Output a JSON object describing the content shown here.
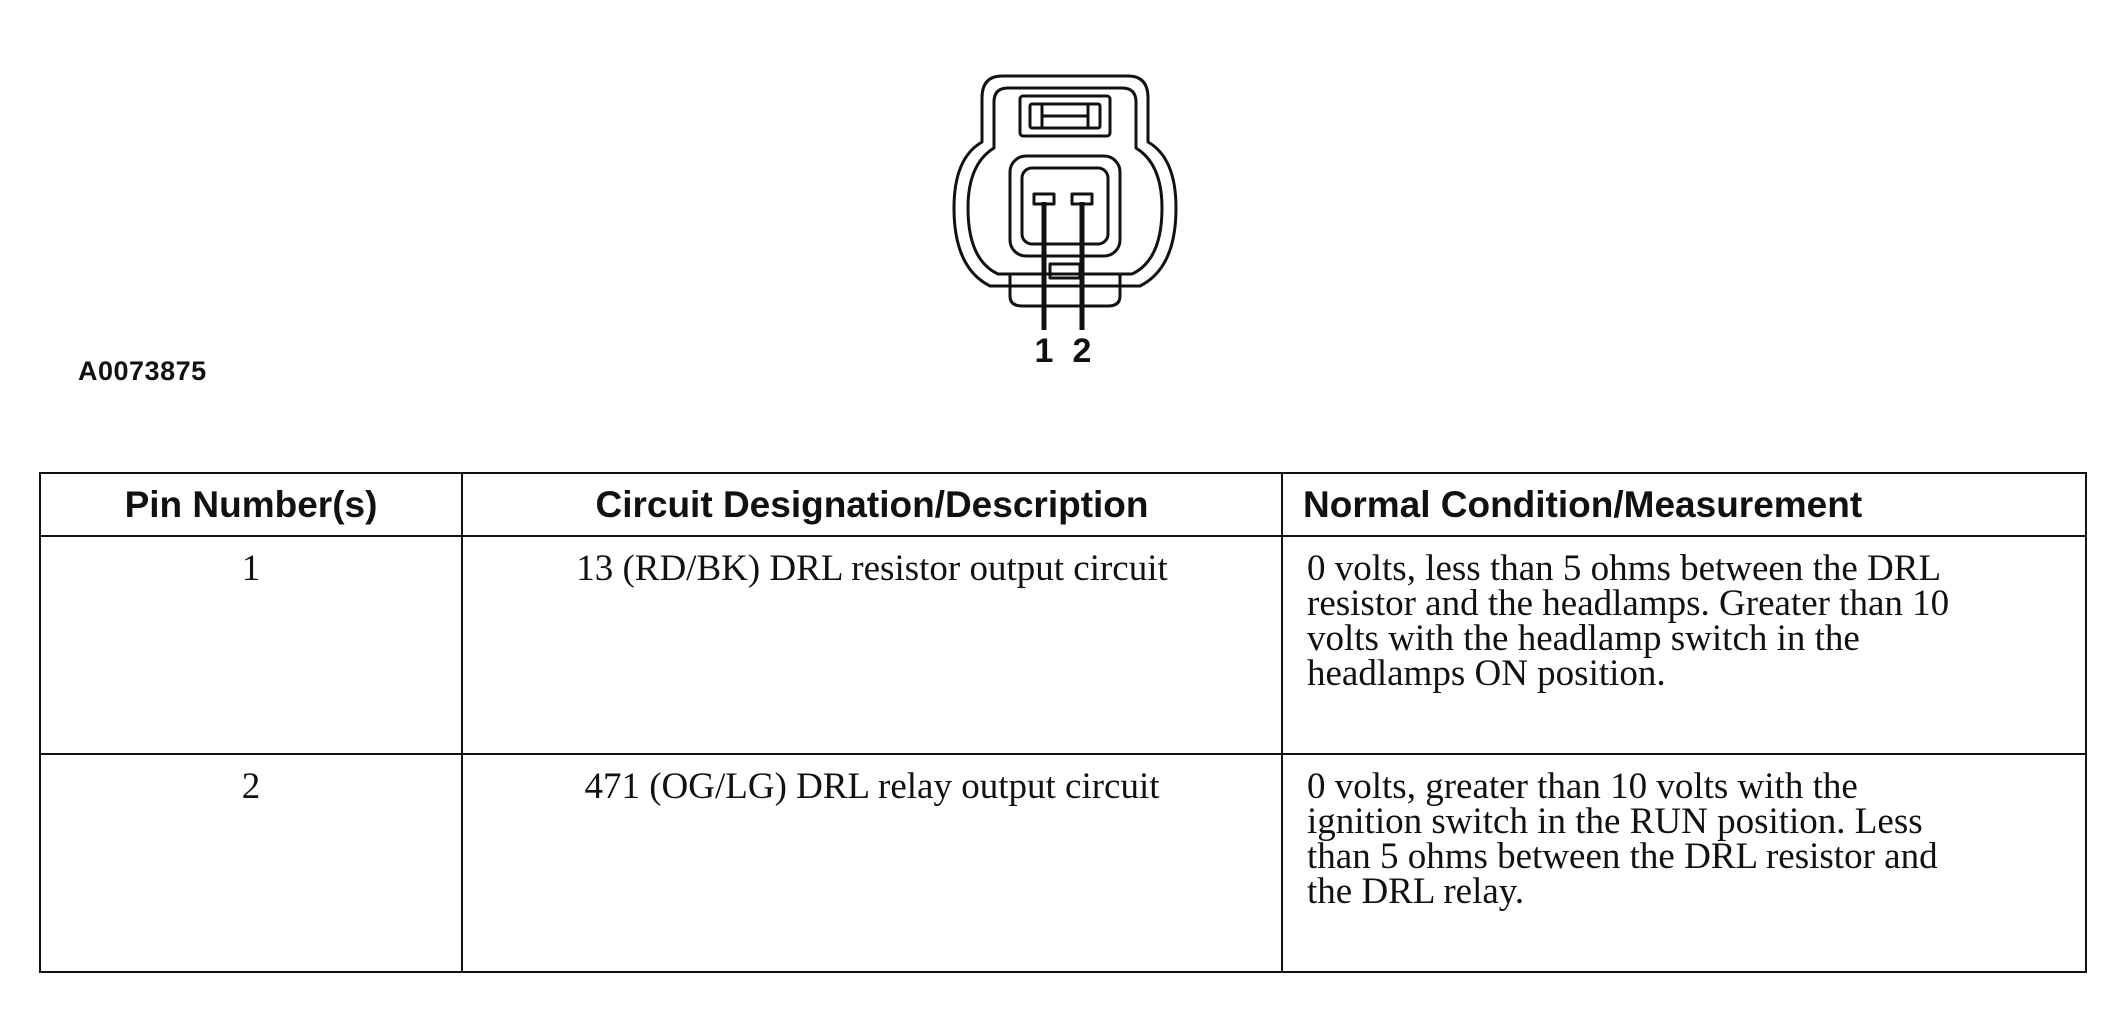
{
  "figure": {
    "id": "A0073875",
    "pin_labels": [
      "1",
      "2"
    ]
  },
  "table": {
    "headers": [
      "Pin Number(s)",
      "Circuit Designation/Description",
      "Normal Condition/Measurement"
    ],
    "rows": [
      {
        "pin": "1",
        "circuit": "13 (RD/BK) DRL resistor output circuit",
        "condition": [
          "0 volts, less than 5 ohms between the DRL",
          "resistor and the headlamps. Greater than 10",
          "volts with the headlamp switch in the",
          "headlamps ON position."
        ]
      },
      {
        "pin": "2",
        "circuit": "471 (OG/LG) DRL relay output circuit",
        "condition": [
          "0 volts, greater than 10 volts with the",
          "ignition switch in the RUN position. Less",
          "than 5 ohms between the DRL resistor and",
          "the DRL relay."
        ]
      }
    ]
  }
}
